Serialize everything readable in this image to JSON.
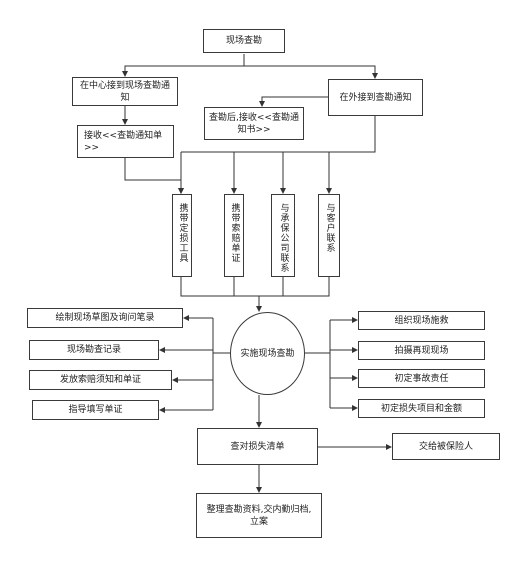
{
  "nodes": {
    "start": "现场查勘",
    "center_notice": "在中心接到现场查勘通知",
    "outside_notice": "在外接到查勘通知",
    "receive_form": "接收<<查勘通知单>>",
    "after_survey": "查勘后,接收<<查勘通知书>>",
    "tools": "携带定损工具",
    "claim_docs": "携带索赔单证",
    "contact_insurer": "与承保公司联系",
    "contact_client": "与客户联系",
    "implement": "实施现场查勘",
    "sketch": "绘制现场草图及询问笔录",
    "record": "现场勘查记录",
    "notice_claim": "发放索赔须知和单证",
    "guide_fill": "指导填写单证",
    "rescue": "组织现场施救",
    "photo": "拍摄再现现场",
    "liability": "初定事故责任",
    "loss_items": "初定损失项目和金额",
    "check_list": "查对损失清单",
    "hand_over": "交给被保险人",
    "archive": "整理查勘资料,交内勤归档,立案"
  }
}
